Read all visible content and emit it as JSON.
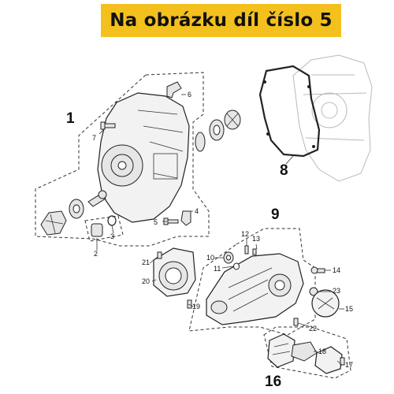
{
  "header": {
    "title": "Na obrázku díl číslo 5"
  },
  "callouts": {
    "c1": "1",
    "c2": "2",
    "c3": "3",
    "c4": "4",
    "c5": "5",
    "c6": "6",
    "c7": "7",
    "c8": "8",
    "c9": "9",
    "c10": "10",
    "c11": "11",
    "c12": "12",
    "c13": "13",
    "c14": "14",
    "c15": "15",
    "c16": "16",
    "c17": "17",
    "c18": "18",
    "c19": "19",
    "c20": "20",
    "c21": "21",
    "c22": "22",
    "c23": "23"
  },
  "highlight_color": "#f4c01e"
}
